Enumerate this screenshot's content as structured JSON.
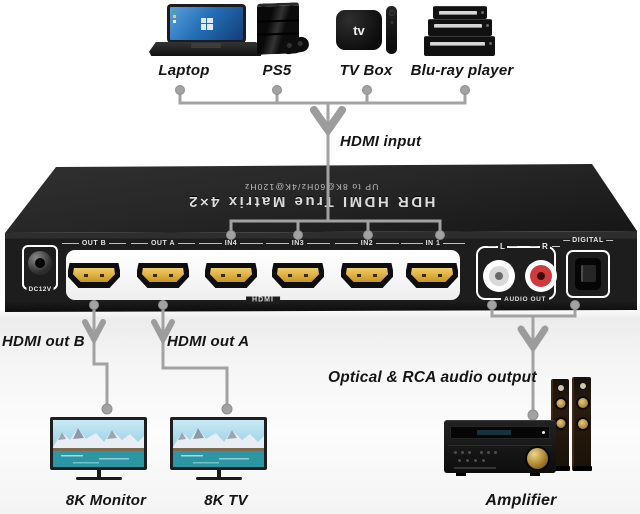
{
  "sources": {
    "items": [
      {
        "label": "Laptop"
      },
      {
        "label": "PS5"
      },
      {
        "label": "TV Box"
      },
      {
        "label": "Blu-ray player"
      }
    ],
    "appletv_logo": "tv"
  },
  "input": {
    "label": "HDMI input"
  },
  "device": {
    "print_line1": "HDR HDMI True Matrix 4×2",
    "print_line2": "UP to 8K@60Hz/4K@120Hz",
    "power_label": "DC12V",
    "port_labels": [
      "OUT B",
      "OUT A",
      "IN4",
      "IN3",
      "IN2",
      "IN 1"
    ],
    "hdmi_group_label": "HDMI",
    "audio": {
      "left_label": "L",
      "right_label": "R",
      "group_label": "AUDIO OUT",
      "digital_label": "DIGITAL"
    }
  },
  "outputs": {
    "hdmi_b": {
      "label": "HDMI out B",
      "device": "8K Monitor"
    },
    "hdmi_a": {
      "label": "HDMI out A",
      "device": "8K TV"
    },
    "audio": {
      "label": "Optical & RCA audio output",
      "device": "Amplifier"
    }
  },
  "colors": {
    "wire": "#a2a2a2",
    "device_body": "#1d1d1d",
    "hdmi_gold": "#d9a733",
    "rca_red": "#cf3a3c",
    "label_text": "#141414"
  }
}
